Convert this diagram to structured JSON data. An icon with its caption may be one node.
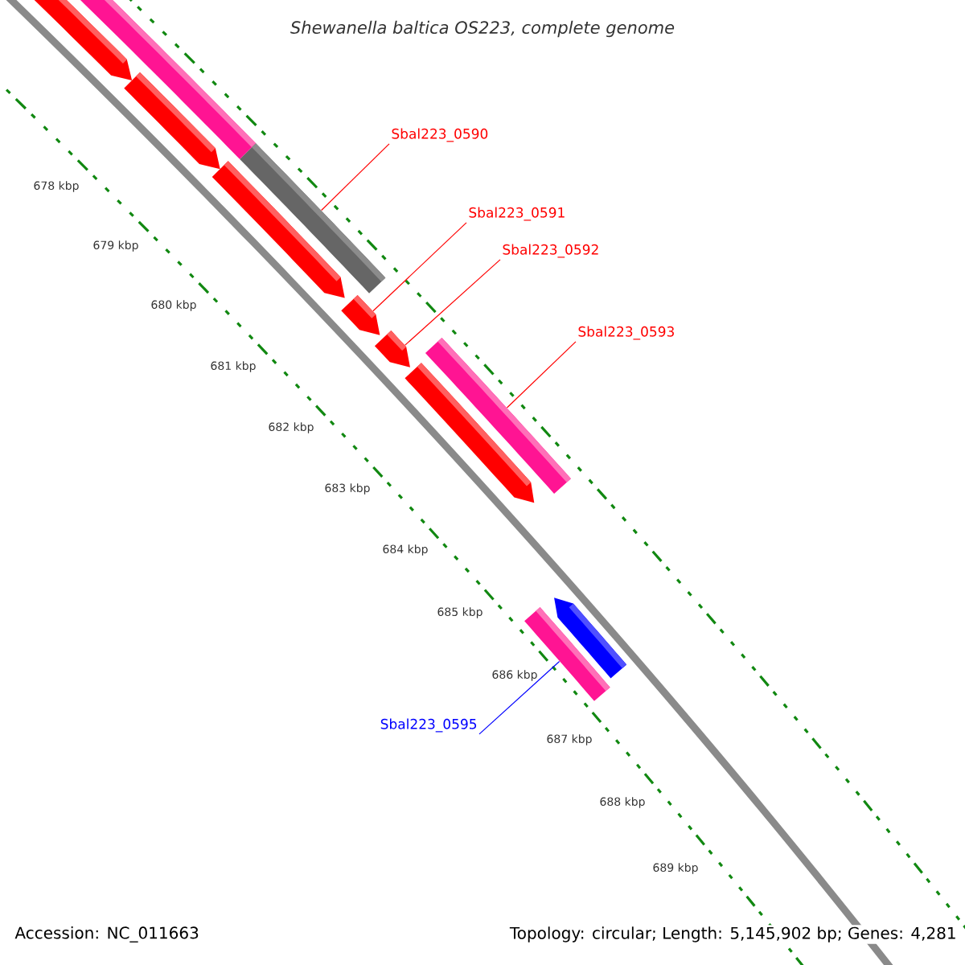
{
  "diagram": {
    "title": "Shewanella baltica OS223, complete genome",
    "nodes": [
      {
        "text": [
          "Sbal223_0590"
        ]
      },
      {
        "text": [
          "Sbal223_0591"
        ]
      },
      {
        "text": [
          "Sbal223_0592"
        ]
      },
      {
        "text": [
          "Sbal223_0593"
        ]
      },
      {
        "text": [
          "Sbal223_0595"
        ]
      },
      {
        "text": [],
        "shape": "arrow"
      },
      {
        "text": [],
        "shape": "bar"
      },
      {
        "text": [],
        "shape": "arrow"
      },
      {
        "text": [],
        "shape": "bar"
      },
      {
        "text": [],
        "shape": "arrow"
      },
      {
        "text": [],
        "shape": "arrow"
      },
      {
        "text": [],
        "shape": "arrow"
      },
      {
        "text": [],
        "shape": "arrow"
      },
      {
        "text": [],
        "shape": "bar"
      },
      {
        "text": [],
        "shape": "arrow"
      },
      {
        "text": [],
        "shape": "bar"
      }
    ],
    "edges": [
      {
        "from": 0,
        "to": 8,
        "arrow": "none"
      },
      {
        "from": 1,
        "to": 10,
        "arrow": "none"
      },
      {
        "from": 2,
        "to": 11,
        "arrow": "none"
      },
      {
        "from": 3,
        "to": 13,
        "arrow": "none"
      },
      {
        "from": 4,
        "to": 15,
        "arrow": "none",
        "color": "#0000ff"
      }
    ],
    "labels": [
      "678 kbp",
      "679 kbp",
      "680 kbp",
      "681 kbp",
      "682 kbp",
      "683 kbp",
      "684 kbp",
      "685 kbp",
      "686 kbp",
      "687 kbp",
      "688 kbp",
      "689 kbp",
      "Accession: NC_011663",
      "Topology: circular; Length: 5,145,902 bp; Genes: 4,281"
    ]
  }
}
